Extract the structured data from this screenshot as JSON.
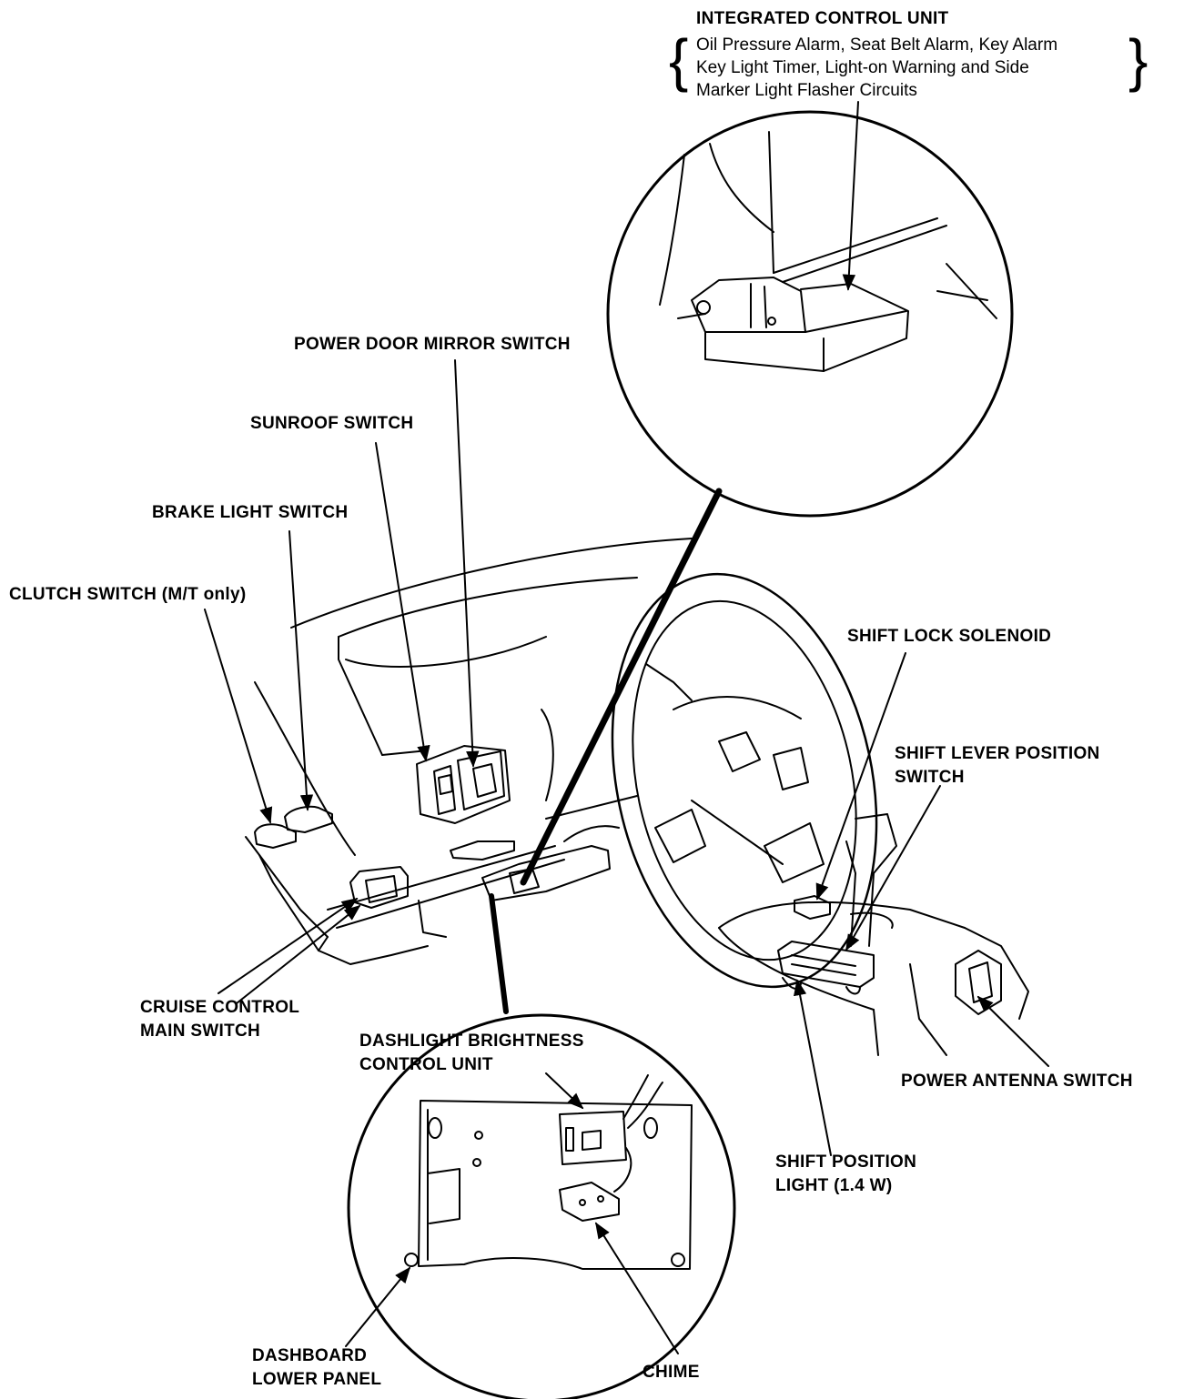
{
  "labels": {
    "integrated_control_unit": {
      "title": "INTEGRATED CONTROL UNIT",
      "lines": [
        "Oil Pressure Alarm, Seat Belt Alarm, Key Alarm",
        "Key Light Timer, Light-on Warning and Side",
        "Marker Light Flasher Circuits"
      ]
    },
    "power_door_mirror_switch": "POWER DOOR MIRROR SWITCH",
    "sunroof_switch": "SUNROOF SWITCH",
    "brake_light_switch": "BRAKE LIGHT SWITCH",
    "clutch_switch": "CLUTCH SWITCH (M/T only)",
    "shift_lock_solenoid": "SHIFT LOCK SOLENOID",
    "shift_lever_position_switch": [
      "SHIFT LEVER POSITION",
      "SWITCH"
    ],
    "cruise_control_main_switch": [
      "CRUISE CONTROL",
      "MAIN SWITCH"
    ],
    "dashlight_brightness_control_unit": [
      "DASHLIGHT BRIGHTNESS",
      "CONTROL UNIT"
    ],
    "power_antenna_switch": "POWER ANTENNA SWITCH",
    "shift_position_light": [
      "SHIFT POSITION",
      "LIGHT (1.4 W)"
    ],
    "dashboard_lower_panel": [
      "DASHBOARD",
      "LOWER PANEL"
    ],
    "chime": "CHIME"
  }
}
